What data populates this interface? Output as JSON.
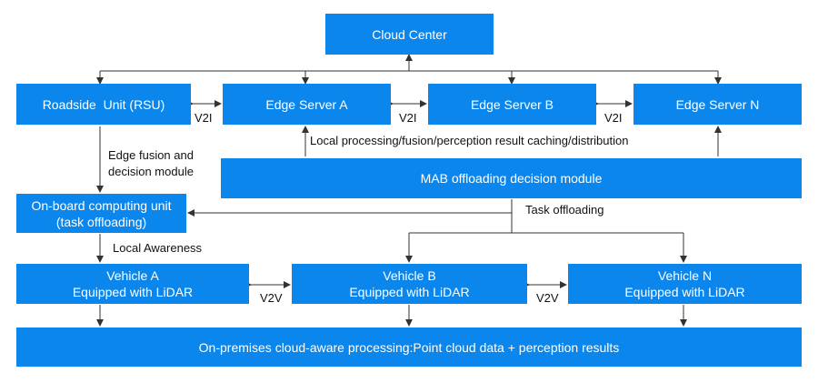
{
  "colors": {
    "box": "#0b86ec",
    "box_text": "#ffffff",
    "line": "#333333",
    "label": "#111111"
  },
  "nodes": {
    "cloud_center": "Cloud Center",
    "rsu": "Roadside  Unit (RSU)",
    "edge_a": "Edge Server A",
    "edge_b": "Edge Server B",
    "edge_n": "Edge Server N",
    "mab": "MAB offloading decision module",
    "onboard_line1": "On-board computing unit",
    "onboard_line2": "(task offloading)",
    "vehicle_a_line1": "Vehicle A",
    "vehicle_a_line2": "Equipped with LiDAR",
    "vehicle_b_line1": "Vehicle B",
    "vehicle_b_line2": "Equipped with LiDAR",
    "vehicle_n_line1": "Vehicle N",
    "vehicle_n_line2": "Equipped with LiDAR",
    "premises": "On-premises cloud-aware processing:Point cloud data + perception results"
  },
  "labels": {
    "v2i": "V2I",
    "v2v": "V2V",
    "edge_fusion_line1": "Edge fusion and",
    "edge_fusion_line2": "decision module",
    "local_processing": "Local processing/fusion/perception result caching/distribution",
    "task_offloading": "Task offloading",
    "local_awareness": "Local Awareness"
  }
}
